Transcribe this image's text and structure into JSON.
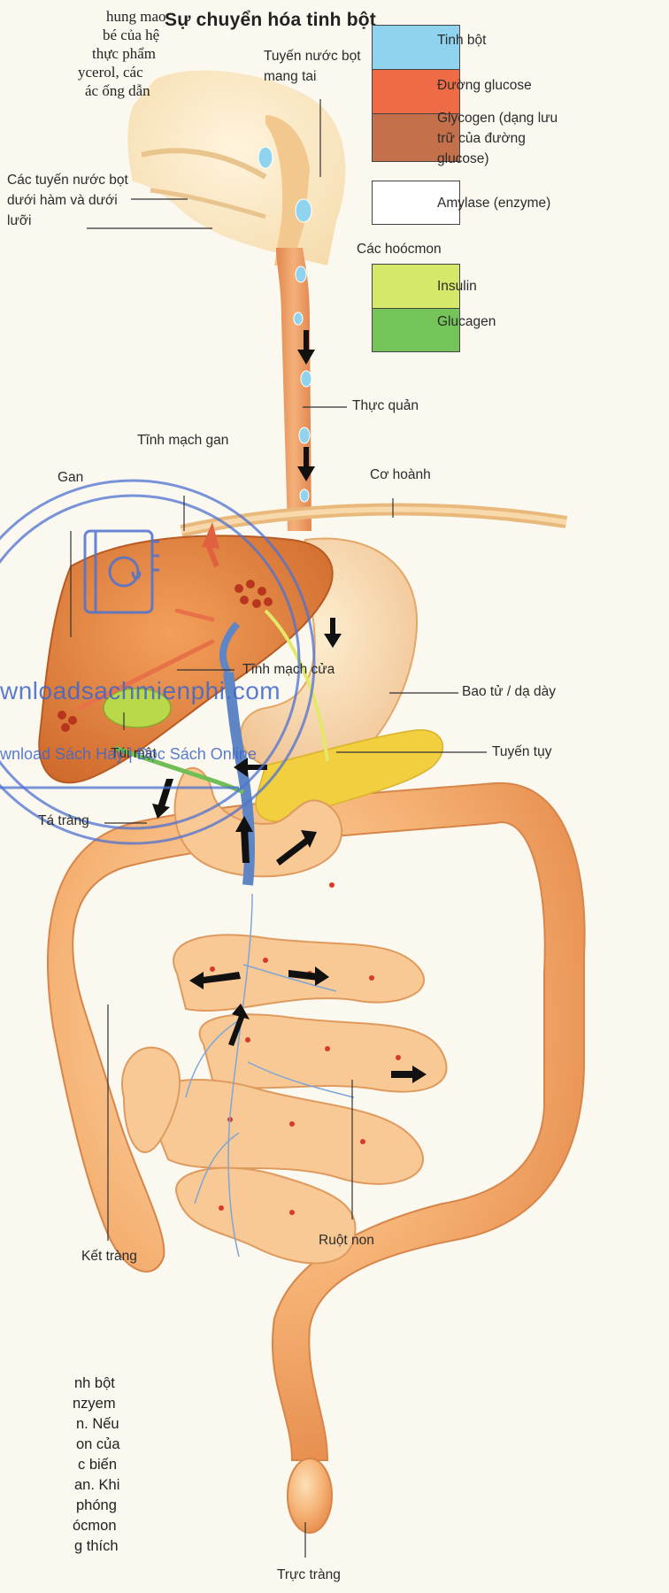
{
  "title": "Sự chuyển hóa tinh bột",
  "top_left_text": [
    "hung mao",
    "bé của hệ",
    "thực phẩm",
    "ycerol, các",
    "ác ống dẫn"
  ],
  "bottom_left_text": [
    "nh bột",
    "nzyem",
    "n. Nếu",
    "on của",
    "c biến",
    "an. Khi",
    "phóng",
    "ócmon",
    "g thích"
  ],
  "legend": {
    "items": [
      {
        "label": "Tinh bột",
        "color": "#8fd3ee"
      },
      {
        "label": "Đường glucose",
        "color": "#ef6b45"
      },
      {
        "label": "Glycogen (dạng lưu trữ của đường glucose)",
        "color": "#c4704a"
      },
      {
        "label": "Amylase (enzyme)",
        "color": "#ffffff"
      }
    ],
    "hormones_heading": "Các hoócmon",
    "hormones": [
      {
        "label": "Insulin",
        "color": "#d6e86a"
      },
      {
        "label": "Glucagen",
        "color": "#74c45a"
      }
    ]
  },
  "labels": {
    "parotid": "Tuyến nước bọt mang tai",
    "sublingual": "Các tuyến nước bọt dưới hàm và dưới lưỡi",
    "esophagus": "Thực quản",
    "hepatic_vein": "Tĩnh mạch gan",
    "liver": "Gan",
    "diaphragm": "Cơ hoành",
    "portal_vein": "Tĩnh mạch cửa",
    "stomach": "Bao tử / dạ dày",
    "gallbladder": "Túi mật",
    "pancreas": "Tuyến tụy",
    "duodenum": "Tá tràng",
    "small_intestine": "Ruột non",
    "colon": "Kết tràng",
    "rectum": "Trực tràng"
  },
  "watermark": {
    "url": "wnloadsachmienphi.com",
    "sub": "wnload Sách Hay | Đọc Sách Online"
  },
  "icons": [
    "book-at-icon",
    "arrow-icon"
  ]
}
